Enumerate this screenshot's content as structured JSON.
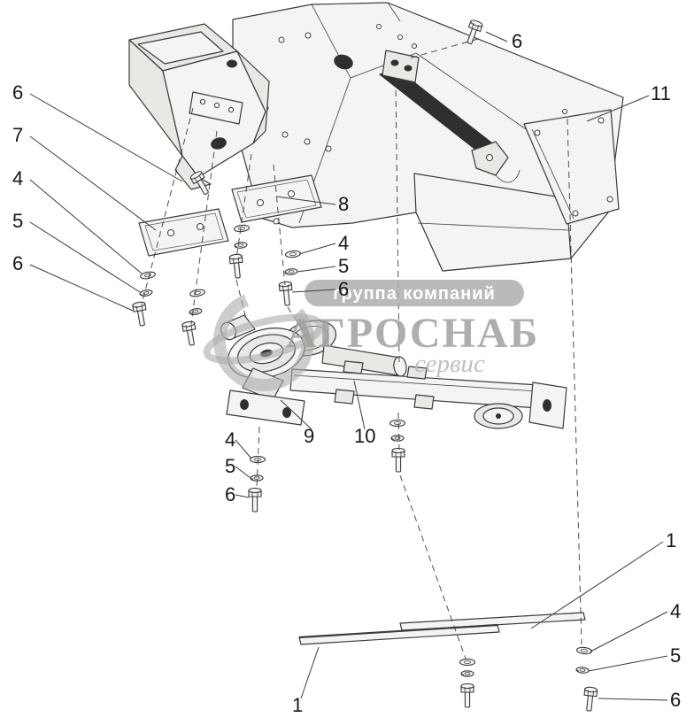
{
  "diagram": {
    "type": "exploded-parts-diagram",
    "background": "#ffffff"
  },
  "colors": {
    "outline": "#3b3b3b",
    "fill-light": "#f4f4f2",
    "fill-mid": "#e8e8e5",
    "fill-dark": "#d9d9d6",
    "hole": "#2f2f2d",
    "wm": "#a9a9a9"
  },
  "watermark": {
    "band_text": "группа компаний",
    "brand_text": "АГРОСНАБ",
    "sub_text": "сервис"
  },
  "callouts": [
    {
      "id": "6-top",
      "label": "6"
    },
    {
      "id": "11",
      "label": "11"
    },
    {
      "id": "6-left-upper",
      "label": "6"
    },
    {
      "id": "7",
      "label": "7"
    },
    {
      "id": "4-left",
      "label": "4"
    },
    {
      "id": "5-left",
      "label": "5"
    },
    {
      "id": "6-left-lower",
      "label": "6"
    },
    {
      "id": "8",
      "label": "8"
    },
    {
      "id": "4-center",
      "label": "4"
    },
    {
      "id": "5-center",
      "label": "5"
    },
    {
      "id": "6-center",
      "label": "6"
    },
    {
      "id": "9",
      "label": "9"
    },
    {
      "id": "10",
      "label": "10"
    },
    {
      "id": "4-gearbox",
      "label": "4"
    },
    {
      "id": "5-gearbox",
      "label": "5"
    },
    {
      "id": "6-gearbox",
      "label": "6"
    },
    {
      "id": "1-right",
      "label": "1"
    },
    {
      "id": "4-bottom-right",
      "label": "4"
    },
    {
      "id": "5-bottom-right",
      "label": "5"
    },
    {
      "id": "6-bottom-right",
      "label": "6"
    },
    {
      "id": "1-bottom-left",
      "label": "1"
    }
  ]
}
